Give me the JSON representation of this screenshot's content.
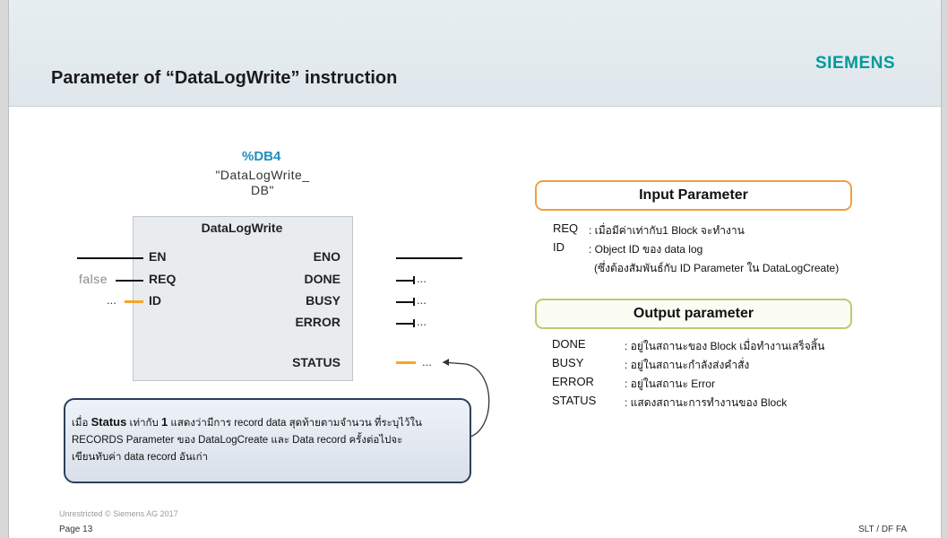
{
  "slide": {
    "title": "Parameter of “DataLogWrite” instruction",
    "logo": "SIEMENS",
    "footer_classification": "Unrestricted © Siemens AG 2017",
    "footer_page": "Page 13",
    "footer_dept": "SLT / DF FA"
  },
  "block": {
    "db_name": "%DB4",
    "db_comment_line1": "\"DataLogWrite_",
    "db_comment_line2": "DB\"",
    "name": "DataLogWrite",
    "inputs": [
      {
        "pin": "EN",
        "value": ""
      },
      {
        "pin": "REQ",
        "value": "false"
      },
      {
        "pin": "ID",
        "value": "..."
      }
    ],
    "outputs": [
      {
        "pin": "ENO",
        "value": ""
      },
      {
        "pin": "DONE",
        "value": "..."
      },
      {
        "pin": "BUSY",
        "value": "..."
      },
      {
        "pin": "ERROR",
        "value": "..."
      },
      {
        "pin": "STATUS",
        "value": "..."
      }
    ]
  },
  "note": {
    "prefix": "เมื่อ ",
    "status_word": "Status",
    "middle": " เท่ากับ ",
    "one": "1",
    "rest_line1": " แสดงว่ามีการ record data สุดท้ายตามจำนวน ที่ระบุไว้ใน",
    "line2": "RECORDS Parameter ของ DataLogCreate และ Data record ครั้งต่อไปจะ",
    "line3": "เขียนทับค่า data record อันเก่า"
  },
  "input_parameter": {
    "heading": "Input Parameter",
    "rows": [
      {
        "name": "REQ",
        "desc": ": เมื่อมีค่าเท่ากับ1 Block จะทำงาน"
      },
      {
        "name": "ID",
        "desc": ": Object ID ของ data log"
      }
    ],
    "id_note": "(ซึ่งต้องสัมพันธ์กับ ID Parameter ใน DataLogCreate)"
  },
  "output_parameter": {
    "heading": "Output parameter",
    "rows": [
      {
        "name": "DONE",
        "desc": ": อยู่ในสถานะของ Block เมื่อทำงานเสร็จสิ้น"
      },
      {
        "name": "BUSY",
        "desc": ": อยู่ในสถานะกำลังส่งคำสั่ง"
      },
      {
        "name": "ERROR",
        "desc": ": อยู่ในสถานะ Error"
      },
      {
        "name": "STATUS",
        "desc": ": แสดงสถานะการทำงานของ Block"
      }
    ]
  },
  "colors": {
    "siemens_teal": "#009999",
    "db_blue": "#1e8fbf",
    "input_border": "#f0a040",
    "output_border": "#b8cc70",
    "status_wire": "#f5a623"
  }
}
